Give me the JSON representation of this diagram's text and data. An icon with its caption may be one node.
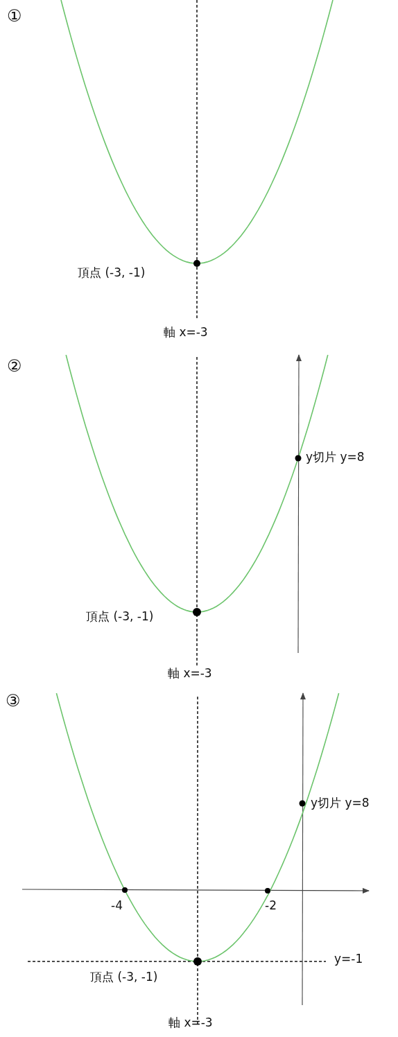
{
  "diagram": {
    "labels": [
      "①",
      "頂点 (-3, -1)",
      "軸 x=-3",
      "②",
      "y切片 y=8",
      "頂点 (-3, -1)",
      "軸 x=-3",
      "③",
      "y切片 y=8",
      "-4",
      "-2",
      "y=-1",
      "頂点 (-3, -1)",
      "軸 x=-3"
    ]
  }
}
